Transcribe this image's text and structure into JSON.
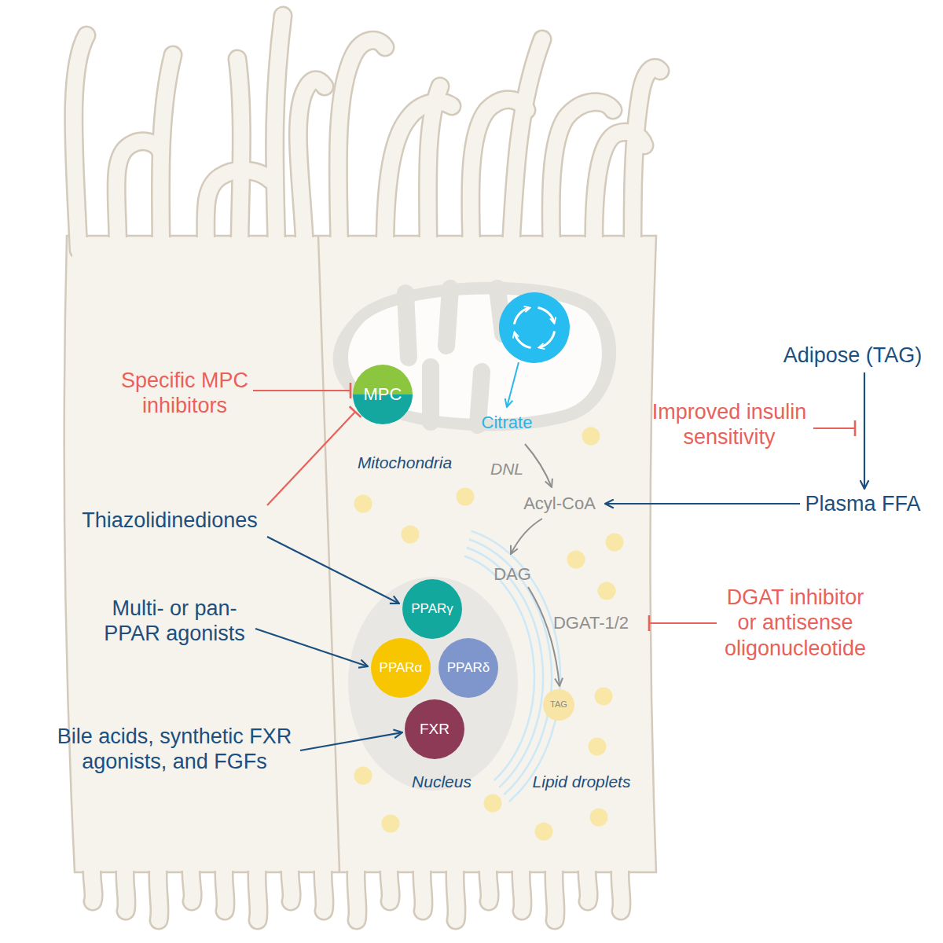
{
  "diagram": {
    "nodes": [
      {
        "text": [
          "Mitochondria"
        ]
      },
      {
        "text": [
          "MPC"
        ],
        "in": 0
      },
      {
        "text": [
          "Nucleus"
        ]
      },
      {
        "text": [
          "PPARγ"
        ],
        "in": 2
      },
      {
        "text": [
          "PPARα"
        ],
        "in": 2
      },
      {
        "text": [
          "PPARδ"
        ],
        "in": 2
      },
      {
        "text": [
          "FXR"
        ],
        "in": 2
      },
      {
        "text": [
          "TAG"
        ]
      }
    ],
    "labels": [
      "Specific MPC inhibitors",
      "Adipose (TAG)",
      "Citrate",
      "Improved insulin sensitivity",
      "DNL",
      "Acyl-CoA",
      "Plasma FFA",
      "Thiazolidinediones",
      "DAG",
      "Multi- or pan-PPAR agonists",
      "DGAT-1/2",
      "DGAT inhibitor or antisense oligonucleotide",
      "Bile acids, synthetic FXR agonists, and FGFs",
      "Lipid droplets"
    ]
  }
}
